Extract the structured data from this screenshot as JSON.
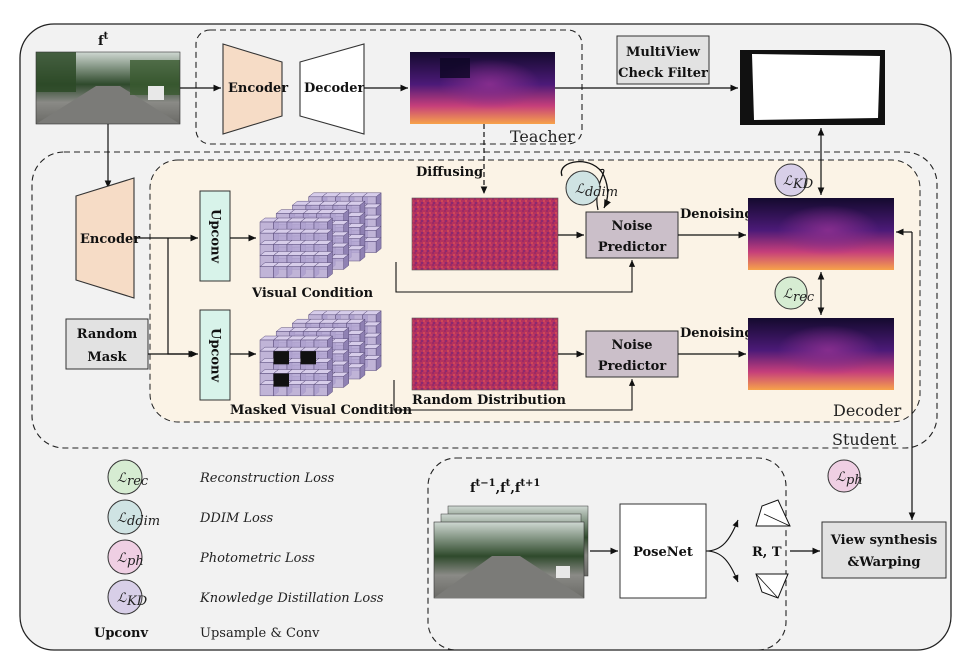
{
  "teacher": {
    "frame_label": "f",
    "frame_sup": "t",
    "encoder_label": "Encoder",
    "decoder_label": "Decoder",
    "multiview_line1": "MultiView",
    "multiview_line2": "Check Filter",
    "region_label": "Teacher"
  },
  "student": {
    "encoder_label": "Encoder",
    "random_mask_line1": "Random",
    "random_mask_line2": "Mask",
    "upconv_label": "Upconv",
    "visual_condition_label": "Visual Condition",
    "masked_visual_condition_label": "Masked Visual Condition",
    "diffusing_label": "Diffusing",
    "random_distribution_label": "Random Distribution",
    "noise_predictor_line1": "Noise",
    "noise_predictor_line2": "Predictor",
    "denoising_label": "Denoising",
    "decoder_region_label": "Decoder",
    "region_label": "Student"
  },
  "losses": {
    "symbol": "ℒ",
    "ddim_sub": "ddim",
    "kd_sub": "KD",
    "rec_sub": "rec",
    "ph_sub": "ph"
  },
  "pose": {
    "frames_f": "f",
    "sup1": "t−1",
    "sup2": "t",
    "sup3": "t+1",
    "posenet_label": "PoseNet",
    "rt_label": "R, T",
    "view_synth_line1": "View synthesis",
    "view_synth_line2": "&Warping"
  },
  "legend": [
    {
      "sub": "rec",
      "text": "Reconstruction Loss",
      "color": "#d6ecd2"
    },
    {
      "sub": "ddim",
      "text": "DDIM Loss",
      "color": "#cfe3e3"
    },
    {
      "sub": "ph",
      "text": "Photometric Loss",
      "color": "#efcfe3"
    },
    {
      "sub": "KD",
      "text": "Knowledge Distillation Loss",
      "color": "#d8cfe8"
    }
  ],
  "legend_upconv": {
    "term": "Upconv",
    "text": "Upsample & Conv"
  },
  "colors": {
    "encoder_fill": "#f6dcc6",
    "upconv_fill": "#d8f3ea",
    "noise_fill": "#cbbfc9",
    "panel_fill": "#f2f2f2",
    "decoder_bg": "#fbf3e6",
    "cube_fill": "#b5a8d4"
  }
}
